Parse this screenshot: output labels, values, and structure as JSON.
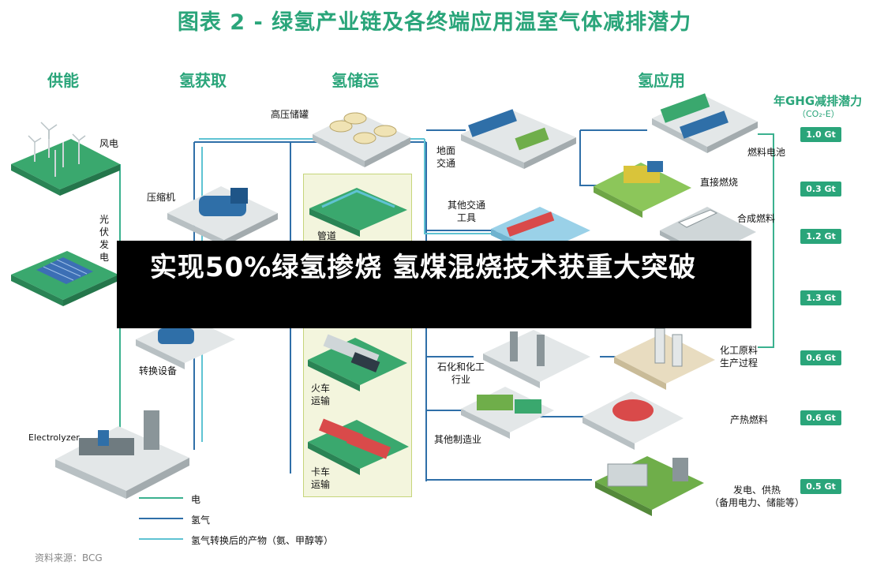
{
  "title": "图表 2 - 绿氢产业链及各终端应用温室气体减排潜力",
  "columns": {
    "supply": "供能",
    "acquire": "氢获取",
    "storage": "氢储运",
    "application": "氢应用"
  },
  "supply": {
    "wind": "风电",
    "solar_chars": [
      "光",
      "伏",
      "发",
      "电"
    ],
    "electrolyzer": "Electrolyzer"
  },
  "acquire": {
    "compressor": "压缩机",
    "converter": "转换设备"
  },
  "storage": {
    "high_pressure_tank": "高压储罐",
    "pipeline": "管道",
    "train": [
      "火车",
      "运输"
    ],
    "truck": [
      "卡车",
      "运输"
    ]
  },
  "sectors": {
    "ground_transport": [
      "地面",
      "交通"
    ],
    "other_transport": [
      "其他交通",
      "工具"
    ],
    "petrochem": [
      "石化和化工",
      "行业"
    ],
    "other_manufacturing": "其他制造业"
  },
  "applications": {
    "fuel_cell": "燃料电池",
    "direct_combustion": "直接燃烧",
    "synthetic_fuel": "合成燃料",
    "chem_feedstock": [
      "化工原料",
      "生产过程"
    ],
    "heat_fuel": "产热燃料",
    "power_heat": [
      "发电、供热",
      "（备用电力、储能等）"
    ]
  },
  "ghg": {
    "title": "年GHG减排潜力",
    "subtitle": "（CO₂-E）",
    "values": [
      "1.0 Gt",
      "0.3 Gt",
      "1.2 Gt",
      "1.3 Gt",
      "0.6 Gt",
      "0.6 Gt",
      "0.5 Gt"
    ]
  },
  "legend": {
    "electricity": "电",
    "hydrogen": "氢气",
    "derivatives": "氢气转换后的产物（氨、甲醇等）"
  },
  "source": "资料来源：BCG",
  "banner": "实现50%绿氢掺烧 氢煤混烧技术获重大突破",
  "colors": {
    "green": "#2aa57a",
    "electricity_line": "#3bb18f",
    "hydrogen_line": "#2f6fa8",
    "derivative_line": "#5fc3d3",
    "storage_bg": "#f3f5dd"
  }
}
